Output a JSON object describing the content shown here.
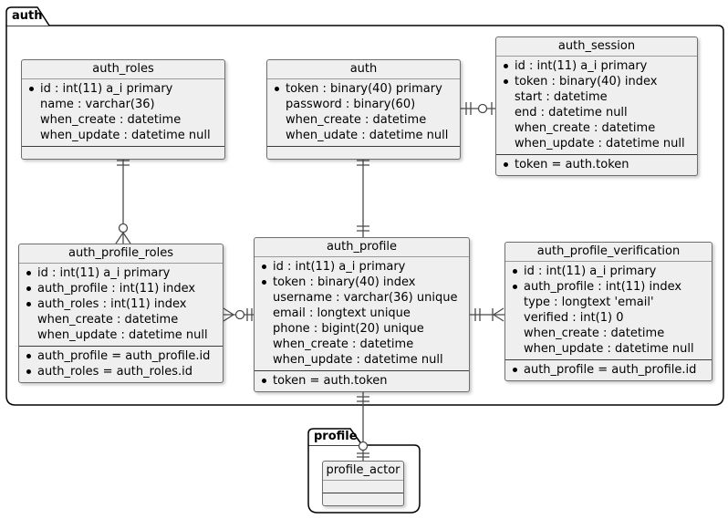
{
  "packages": {
    "auth": {
      "label": "auth"
    },
    "profile": {
      "label": "profile"
    }
  },
  "tables": [
    {
      "id": "auth_roles",
      "title": "auth_roles",
      "fields": [
        {
          "key": true,
          "text": "id : int(11) a_i primary"
        },
        {
          "key": false,
          "text": "name : varchar(36)"
        },
        {
          "key": false,
          "text": "when_create : datetime"
        },
        {
          "key": false,
          "text": "when_update : datetime null"
        }
      ],
      "constraints": []
    },
    {
      "id": "auth",
      "title": "auth",
      "fields": [
        {
          "key": true,
          "text": "token : binary(40) primary"
        },
        {
          "key": false,
          "text": "password : binary(60)"
        },
        {
          "key": false,
          "text": "when_create : datetime"
        },
        {
          "key": false,
          "text": "when_udate : datetime null"
        }
      ],
      "constraints": []
    },
    {
      "id": "auth_session",
      "title": "auth_session",
      "fields": [
        {
          "key": true,
          "text": "id : int(11) a_i primary"
        },
        {
          "key": true,
          "text": "token : binary(40) index"
        },
        {
          "key": false,
          "text": "start : datetime"
        },
        {
          "key": false,
          "text": "end : datetime null"
        },
        {
          "key": false,
          "text": "when_create : datetime"
        },
        {
          "key": false,
          "text": "when_update : datetime null"
        }
      ],
      "constraints": [
        {
          "key": true,
          "text": "token = auth.token"
        }
      ]
    },
    {
      "id": "auth_profile_roles",
      "title": "auth_profile_roles",
      "fields": [
        {
          "key": true,
          "text": "id : int(11) a_i primary"
        },
        {
          "key": true,
          "text": "auth_profile : int(11) index"
        },
        {
          "key": true,
          "text": "auth_roles : int(11) index"
        },
        {
          "key": false,
          "text": "when_create : datetime"
        },
        {
          "key": false,
          "text": "when_update : datetime null"
        }
      ],
      "constraints": [
        {
          "key": true,
          "text": "auth_profile = auth_profile.id"
        },
        {
          "key": true,
          "text": "auth_roles = auth_roles.id"
        }
      ]
    },
    {
      "id": "auth_profile",
      "title": "auth_profile",
      "fields": [
        {
          "key": true,
          "text": "id : int(11) a_i primary"
        },
        {
          "key": true,
          "text": "token : binary(40) index"
        },
        {
          "key": false,
          "text": "username : varchar(36) unique"
        },
        {
          "key": false,
          "text": "email : longtext unique"
        },
        {
          "key": false,
          "text": "phone : bigint(20) unique"
        },
        {
          "key": false,
          "text": "when_create : datetime"
        },
        {
          "key": false,
          "text": "when_update : datetime null"
        }
      ],
      "constraints": [
        {
          "key": true,
          "text": "token = auth.token"
        }
      ]
    },
    {
      "id": "auth_profile_verification",
      "title": "auth_profile_verification",
      "fields": [
        {
          "key": true,
          "text": "id : int(11) a_i primary"
        },
        {
          "key": true,
          "text": "auth_profile : int(11) index"
        },
        {
          "key": false,
          "text": "type : longtext 'email'"
        },
        {
          "key": false,
          "text": "verified : int(1) 0"
        },
        {
          "key": false,
          "text": "when_create : datetime"
        },
        {
          "key": false,
          "text": "when_update : datetime null"
        }
      ],
      "constraints": [
        {
          "key": true,
          "text": "auth_profile = auth_profile.id"
        }
      ]
    },
    {
      "id": "profile_actor",
      "title": "profile_actor",
      "fields": [],
      "constraints": []
    }
  ],
  "relationships": [
    {
      "from": "auth_roles",
      "to": "auth_profile_roles",
      "from_symbol": "double-tick",
      "to_symbol": "circle-crowfoot"
    },
    {
      "from": "auth",
      "to": "auth_profile",
      "from_symbol": "double-tick",
      "to_symbol": "double-tick"
    },
    {
      "from": "auth",
      "to": "auth_session",
      "from_symbol": "double-tick",
      "to_symbol": "circle-tick"
    },
    {
      "from": "auth_profile_roles",
      "to": "auth_profile",
      "from_symbol": "crowfoot-circle",
      "to_symbol": "double-tick"
    },
    {
      "from": "auth_profile",
      "to": "auth_profile_verification",
      "from_symbol": "double-tick",
      "to_symbol": "tick-crowfoot"
    },
    {
      "from": "auth_profile",
      "to": "profile_actor",
      "from_symbol": "double-tick",
      "to_symbol": "circle-double-tick"
    }
  ]
}
